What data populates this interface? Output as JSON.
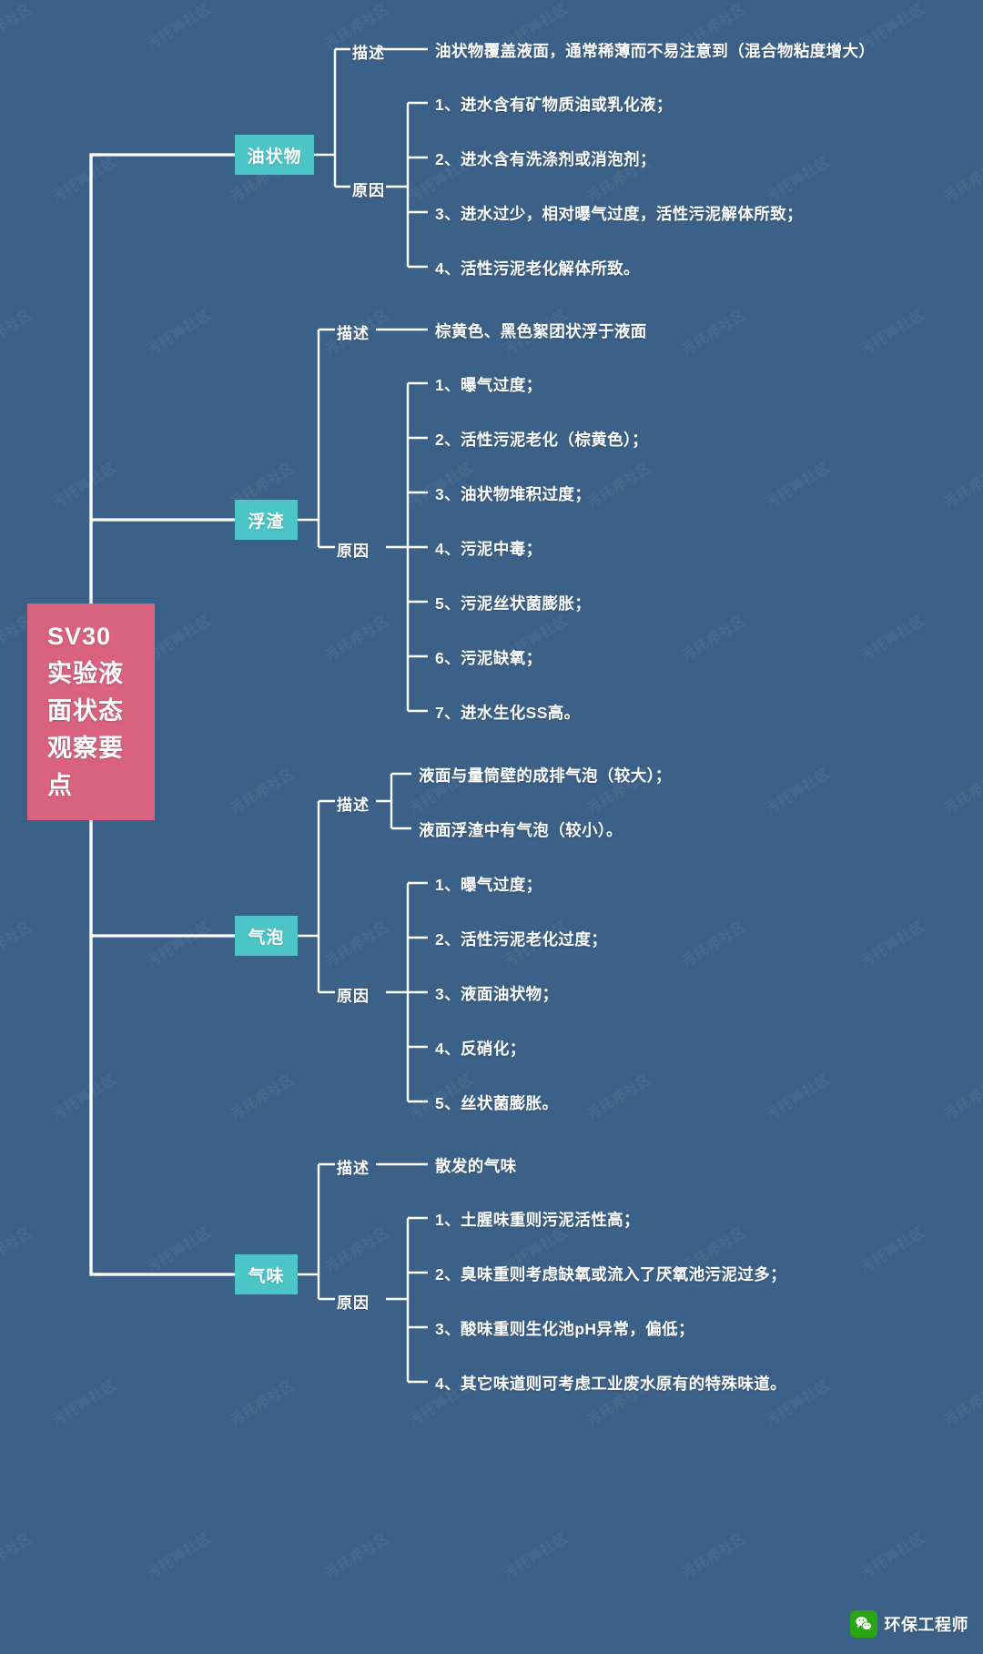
{
  "page": {
    "background_color": "#3c6188",
    "root_color": "#d9637f",
    "category_color": "#4cc5c7",
    "line_color": "#ffffff",
    "text_color": "#ffffff"
  },
  "root": {
    "lines": [
      "SV30",
      "实验液",
      "面状态",
      "观察要",
      "点"
    ],
    "full_text": "SV30实验液面状态观察要点"
  },
  "labels": {
    "description": "描述",
    "cause": "原因"
  },
  "branches": [
    {
      "id": "oily",
      "title": "油状物",
      "description": [
        "油状物覆盖液面，通常稀薄而不易注意到（混合物粘度增大）"
      ],
      "causes": [
        "1、进水含有矿物质油或乳化液；",
        "2、进水含有洗涤剂或消泡剂；",
        "3、进水过少，相对曝气过度，活性污泥解体所致；",
        "4、活性污泥老化解体所致。"
      ]
    },
    {
      "id": "scum",
      "title": "浮渣",
      "description": [
        "棕黄色、黑色絮团状浮于液面"
      ],
      "causes": [
        "1、曝气过度；",
        "2、活性污泥老化（棕黄色）；",
        "3、油状物堆积过度；",
        "4、污泥中毒；",
        "5、污泥丝状菌膨胀；",
        "6、污泥缺氧；",
        "7、进水生化SS高。"
      ]
    },
    {
      "id": "bubble",
      "title": "气泡",
      "description": [
        "液面与量筒壁的成排气泡（较大）；",
        "液面浮渣中有气泡（较小）。"
      ],
      "causes": [
        "1、曝气过度；",
        "2、活性污泥老化过度；",
        "3、液面油状物；",
        "4、反硝化；",
        "5、丝状菌膨胀。"
      ]
    },
    {
      "id": "odor",
      "title": "气味",
      "description": [
        "散发的气味"
      ],
      "causes": [
        "1、土腥味重则污泥活性高；",
        "2、臭味重则考虑缺氧或流入了厌氧池污泥过多；",
        "3、酸味重则生化池pH异常，偏低；",
        "4、其它味道则可考虑工业废水原有的特殊味道。"
      ]
    }
  ],
  "watermark": {
    "text": "污托邦社区"
  },
  "wechat": {
    "name": "环保工程师",
    "icon": "wechat-icon"
  }
}
